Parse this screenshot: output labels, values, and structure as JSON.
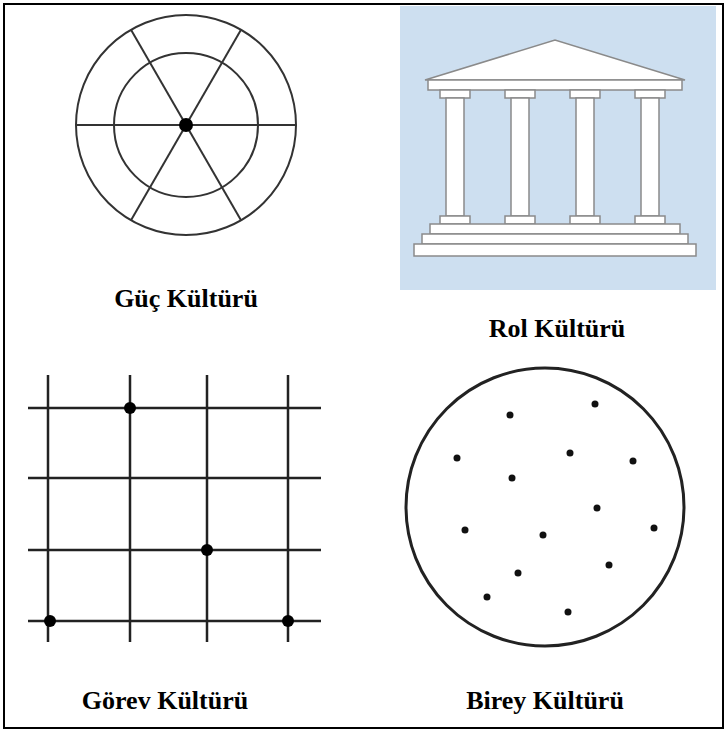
{
  "diagram": {
    "labels": [
      "Güç Kültürü",
      "Rol Kültürü",
      "Görev Kültürü",
      "Birey Kültürü"
    ]
  }
}
